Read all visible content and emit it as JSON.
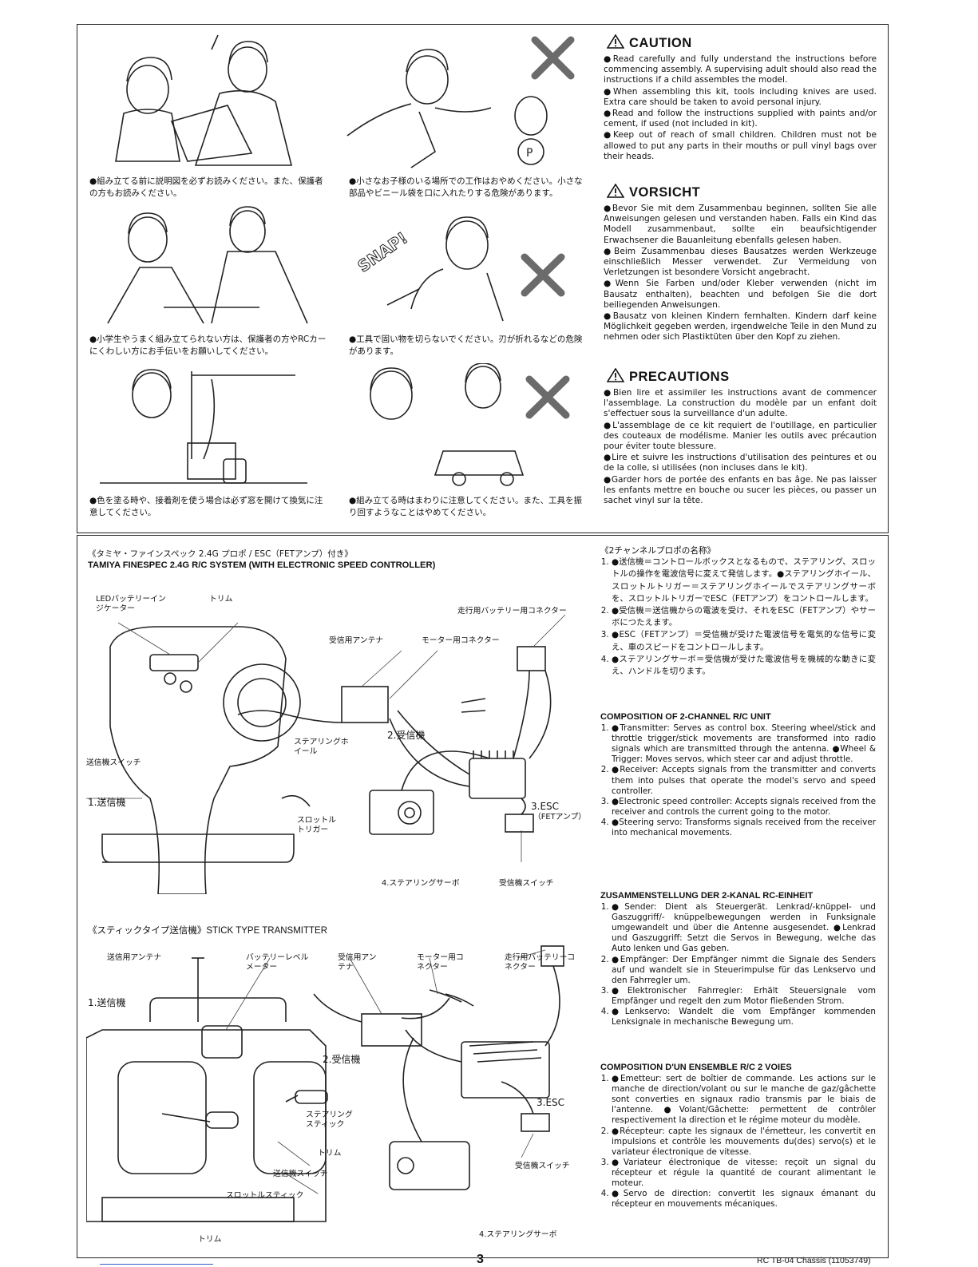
{
  "caution_illustrations": [
    {
      "text": "●組み立てる前に説明図を必ずお読みください。また、保護者の方もお読みください。"
    },
    {
      "text": "●小さなお子様のいる場所での工作はおやめください。小さな部品やビニール袋を口に入れたりする危険があります。"
    },
    {
      "text": "●小学生やうまく組み立てられない方は、保護者の方やRCカーにくわしい方にお手伝いをお願いしてください。"
    },
    {
      "text": "●工具で固い物を切らないでください。刃が折れるなどの危険があります。"
    },
    {
      "text": "●色を塗る時や、接着剤を使う場合は必ず窓を開けて換気に注意してください。"
    },
    {
      "text": "●組み立てる時はまわりに注意してください。また、工具を振り回すようなことはやめてください。"
    }
  ],
  "snap_text": "SNAP!",
  "caution": {
    "title": "CAUTION",
    "items": [
      "●Read carefully and fully understand the instructions before commencing assembly. A supervising adult should also read the instructions if a child assembles the model.",
      "●When assembling this kit, tools including knives are used. Extra care should be taken to avoid personal injury.",
      "●Read and follow the instructions supplied with paints and/or cement, if used (not included in kit).",
      "●Keep out of reach of small children. Children must not be allowed to put any parts in their mouths or pull vinyl bags over their heads."
    ]
  },
  "vorsicht": {
    "title": "VORSICHT",
    "items": [
      "●Bevor Sie mit dem Zusammenbau beginnen, sollten Sie alle Anweisungen gelesen und verstanden haben. Falls ein Kind das Modell zusammenbaut, sollte ein beaufsichtigender Erwachsener die Bauanleitung ebenfalls gelesen haben.",
      "●Beim Zusammenbau dieses Bausatzes werden Werkzeuge einschließlich Messer verwendet. Zur Vermeidung von Verletzungen ist besondere Vorsicht angebracht.",
      "●Wenn Sie Farben und/oder Kleber verwenden (nicht im Bausatz enthalten), beachten und befolgen Sie die dort beiliegenden Anweisungen.",
      "●Bausatz von kleinen Kindern fernhalten. Kindern darf keine Möglichkeit gegeben werden, irgendwelche Teile in den Mund zu nehmen oder sich Plastiktüten über den Kopf zu ziehen."
    ]
  },
  "precautions": {
    "title": "PRECAUTIONS",
    "items": [
      "●Bien lire et assimiler les instructions avant de commencer l'assemblage. La construction du modèle par un enfant doit s'effectuer sous la surveillance d'un adulte.",
      "●L'assemblage de ce kit requiert de l'outillage, en particulier des couteaux de modélisme. Manier les outils avec précaution pour éviter toute blessure.",
      "●Lire et suivre les instructions d'utilisation des peintures et ou de la colle, si utilisées (non incluses dans le kit).",
      "●Garder hors de portée des enfants en bas âge. Ne pas laisser les enfants mettre en bouche ou sucer les pièces, ou passer un sachet vinyl sur la tête."
    ]
  },
  "finespec": {
    "title_jp": "《タミヤ・ファインスペック 2.4G プロポ / ESC（FETアンプ）付き》",
    "title_en": "TAMIYA FINESPEC 2.4G R/C SYSTEM (WITH ELECTRONIC SPEED CONTROLLER)",
    "labels": {
      "led": "LEDバッテリーインジケーター",
      "trim": "トリム",
      "run_battery": "走行用バッテリー用コネクター",
      "rx_antenna": "受信用アンテナ",
      "motor_conn": "モーター用コネクター",
      "steering_wheel": "ステアリングホイール",
      "receiver": "2.受信機",
      "tx_switch": "送信機スイッチ",
      "transmitter": "1.送信機",
      "esc": "3.ESC",
      "esc_sub": "（FETアンプ）",
      "throttle_trigger": "スロットルトリガー",
      "servo": "4.ステアリングサーボ",
      "rx_switch": "受信機スイッチ"
    }
  },
  "stick": {
    "title_jp": "《スティックタイプ送信機》",
    "title_en": "STICK TYPE TRANSMITTER",
    "labels": {
      "tx_antenna": "送信用アンテナ",
      "battery_meter": "バッテリーレベルメーター",
      "rx_antenna": "受信用アンテナ",
      "motor_conn": "モーター用コネクター",
      "run_battery": "走行用バッテリーコネクター",
      "transmitter": "1.送信機",
      "receiver": "2.受信機",
      "esc": "3.ESC",
      "steering_stick": "ステアリングスティック",
      "trim1": "トリム",
      "tx_switch": "送信機スイッチ",
      "rx_switch": "受信機スイッチ",
      "throttle_stick": "スロットルスティック",
      "servo": "4.ステアリングサーボ",
      "trim2": "トリム"
    }
  },
  "names_jp": {
    "title": "《2チャンネルプロポの名称》",
    "items": [
      "●送信機＝コントロールボックスとなるもので、ステアリング、スロットルの操作を電波信号に変えて発信します。●ステアリングホイール、スロットルトリガー＝ステアリングホイールでステアリングサーボを、スロットルトリガーでESC（FETアンプ）をコントロールします。",
      "●受信機＝送信機からの電波を受け、それをESC（FETアンプ）やサーボにつたえます。",
      "●ESC（FETアンプ）＝受信機が受けた電波信号を電気的な信号に変え、車のスピードをコントロールします。",
      "●ステアリングサーボ＝受信機が受けた電波信号を機械的な動きに変え、ハンドルを切ります。"
    ]
  },
  "composition_en": {
    "title": "COMPOSITION OF 2-CHANNEL R/C UNIT",
    "items": [
      "●Transmitter: Serves as control box. Steering wheel/stick and throttle trigger/stick movements are transformed into radio signals which are transmitted through the antenna. ●Wheel & Trigger: Moves servos, which steer car and adjust throttle.",
      "●Receiver: Accepts signals from the transmitter and converts them into pulses that operate the model's servo and speed controller.",
      "●Electronic speed controller: Accepts signals received from the receiver and controls the current going to the motor.",
      "●Steering servo: Transforms signals received from the receiver into mechanical movements."
    ]
  },
  "composition_de": {
    "title": "ZUSAMMENSTELLUNG DER 2-KANAL RC-EINHEIT",
    "items": [
      "●Sender: Dient als Steuergerät. Lenkrad/-knüppel- und Gaszuggriff/- knüppelbewegungen werden in Funksignale umgewandelt und über die Antenne ausgesendet. ●Lenkrad und Gaszuggriff: Setzt die Servos in Bewegung, welche das Auto lenken und Gas geben.",
      "●Empfänger: Der Empfänger nimmt die Signale des Senders auf und wandelt sie in Steuerimpulse für das Lenkservo und den Fahrregler um.",
      "●Elektronischer Fahrregler: Erhält Steuersignale vom Empfänger und regelt den zum Motor fließenden Strom.",
      "●Lenkservo: Wandelt die vom Empfänger kommenden Lenksignale in mechanische Bewegung um."
    ]
  },
  "composition_fr": {
    "title": "COMPOSITION D'UN ENSEMBLE R/C 2 VOIES",
    "items": [
      "●Emetteur: sert de boîtier de commande. Les actions sur le manche de direction/volant ou sur le manche de gaz/gâchette sont converties en signaux radio transmis par le biais de l'antenne. ●Volant/Gâchette: permettent de contrôler respectivement la direction et le régime moteur du modèle.",
      "●Récepteur: capte les signaux de l'émetteur, les convertit en impulsions et contrôle les mouvements du(des) servo(s) et le variateur électronique de vitesse.",
      "●Variateur électronique de vitesse: reçoit un signal du récepteur et régule la quantité de courant alimentant le moteur.",
      "●Servo de direction: convertit les signaux émanant du récepteur en mouvements mécaniques."
    ]
  },
  "footer": {
    "page": "3",
    "code": "RC TB-04 Chassis (11053749)"
  }
}
